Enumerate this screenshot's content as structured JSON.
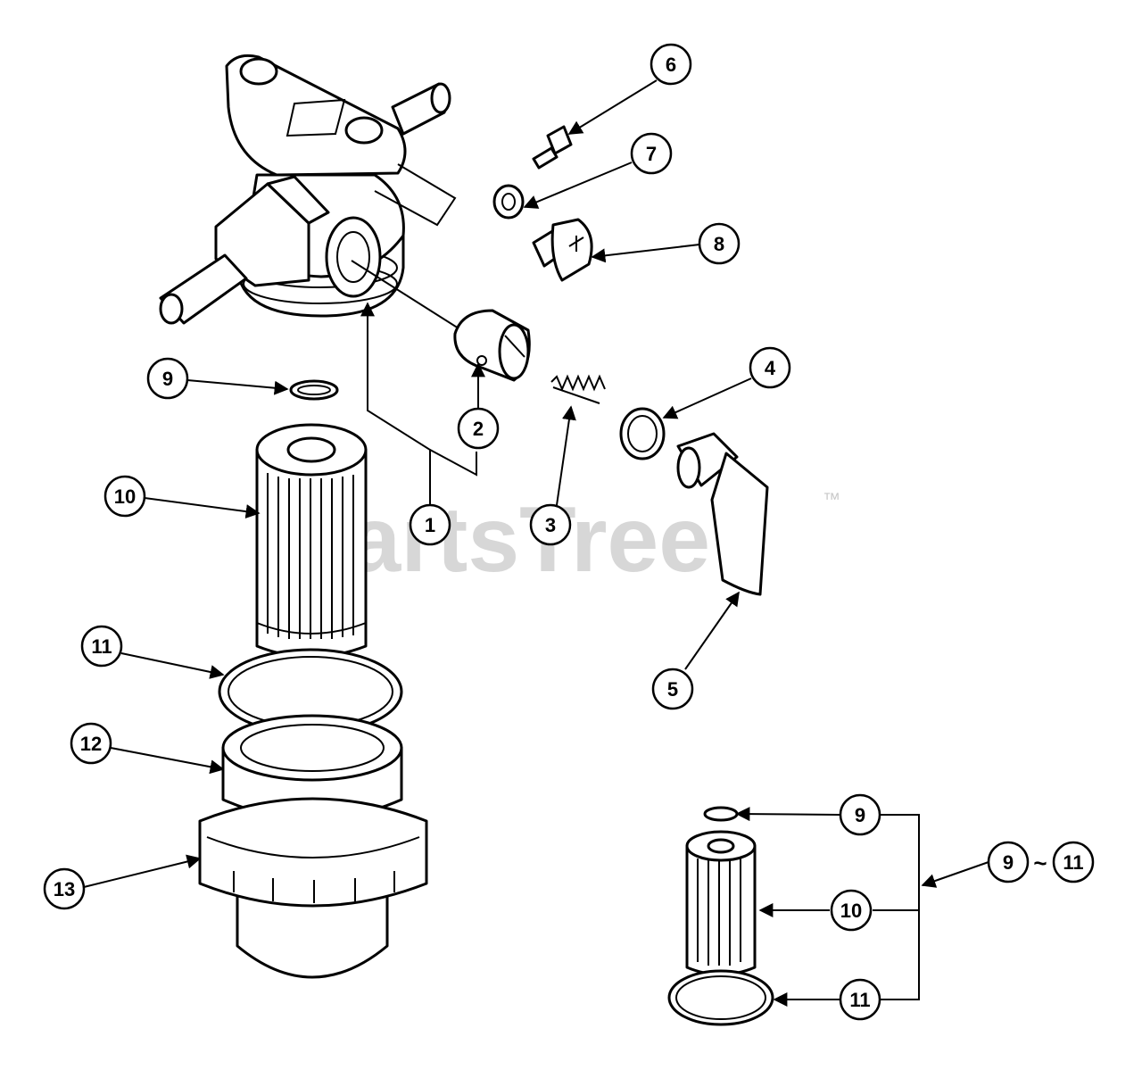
{
  "watermark": {
    "text": "PartsTree",
    "trademark": "™"
  },
  "callouts": [
    "1",
    "2",
    "3",
    "4",
    "5",
    "6",
    "7",
    "8",
    "9",
    "10",
    "11",
    "12",
    "13"
  ],
  "kit": {
    "items": [
      "9",
      "10",
      "11"
    ],
    "range_start": "9",
    "range_separator": "~",
    "range_end": "11"
  }
}
